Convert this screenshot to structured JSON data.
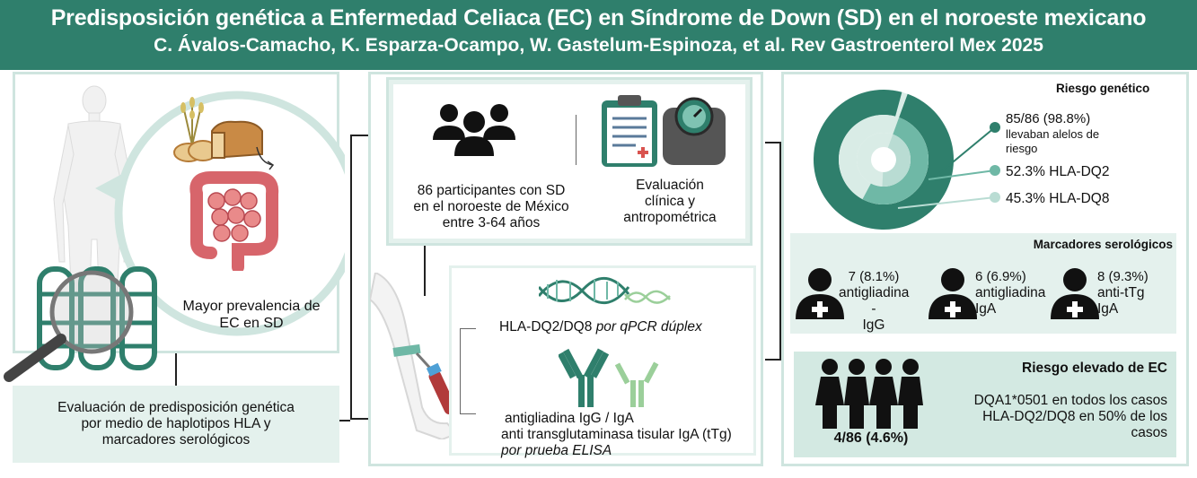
{
  "header": {
    "title": "Predisposición genética a Enfermedad Celiaca (EC) en Síndrome de Down (SD) en el noroeste mexicano",
    "authors": "C. Ávalos-Camacho, K. Esparza-Ocampo, W. Gastelum-Espinoza, et al. Rev Gastroenterol Mex 2025"
  },
  "left": {
    "prevalence_line1": "Mayor prevalencia de",
    "prevalence_line2": "EC en SD",
    "evaluation_line1": "Evaluación de predisposición genética",
    "evaluation_line2": "por medio de haplotipos HLA y",
    "evaluation_line3": "marcadores serológicos"
  },
  "middle": {
    "participants_line1": "86 participantes con SD",
    "participants_line2": "en el noroeste de México",
    "participants_line3": "entre 3-64 años",
    "clinical_line1": "Evaluación",
    "clinical_line2": "clínica y",
    "clinical_line3": "antropométrica",
    "hla_method": "HLA-DQ2/DQ8",
    "hla_method_italic": "por qPCR dúplex",
    "elisa_line1": "antigliadina IgG / IgA",
    "elisa_line2": "anti transglutaminasa tisular IgA (tTg)",
    "elisa_line3": "por prueba ELISA"
  },
  "right": {
    "risk_title": "Riesgo genético",
    "risk_item1_line1": "85/86 (98.8%)",
    "risk_item1_line2": "llevaban alelos de",
    "risk_item1_line3": "riesgo",
    "risk_item2": "52.3% HLA-DQ2",
    "risk_item3": "45.3% HLA-DQ8",
    "sero_title": "Marcadores serológicos",
    "sero": [
      {
        "l1": "7 (8.1%)",
        "l2": "antigliadina -",
        "l3": "IgG"
      },
      {
        "l1": "6 (6.9%)",
        "l2": "antigliadina",
        "l3": "IgA"
      },
      {
        "l1": "8 (9.3%)",
        "l2": "anti-tTg",
        "l3": "IgA"
      }
    ],
    "high_title": "Riesgo elevado de EC",
    "high_count": "4/86 (4.6%)",
    "high_line1": "DQA1*0501 en todos los casos",
    "high_line2": "HLA-DQ2/DQ8 en 50% de los",
    "high_line3": "casos"
  },
  "colors": {
    "header": "#2f7f6c",
    "dark_teal": "#2f7f6c",
    "mid_teal": "#6fb8a6",
    "light_teal": "#b9dcd3",
    "mint": "#e4f1ed"
  },
  "chart_data": {
    "type": "pie",
    "categories": [
      "alelos de riesgo",
      "HLA-DQ2",
      "HLA-DQ8"
    ],
    "values": [
      98.8,
      52.3,
      45.3
    ]
  }
}
